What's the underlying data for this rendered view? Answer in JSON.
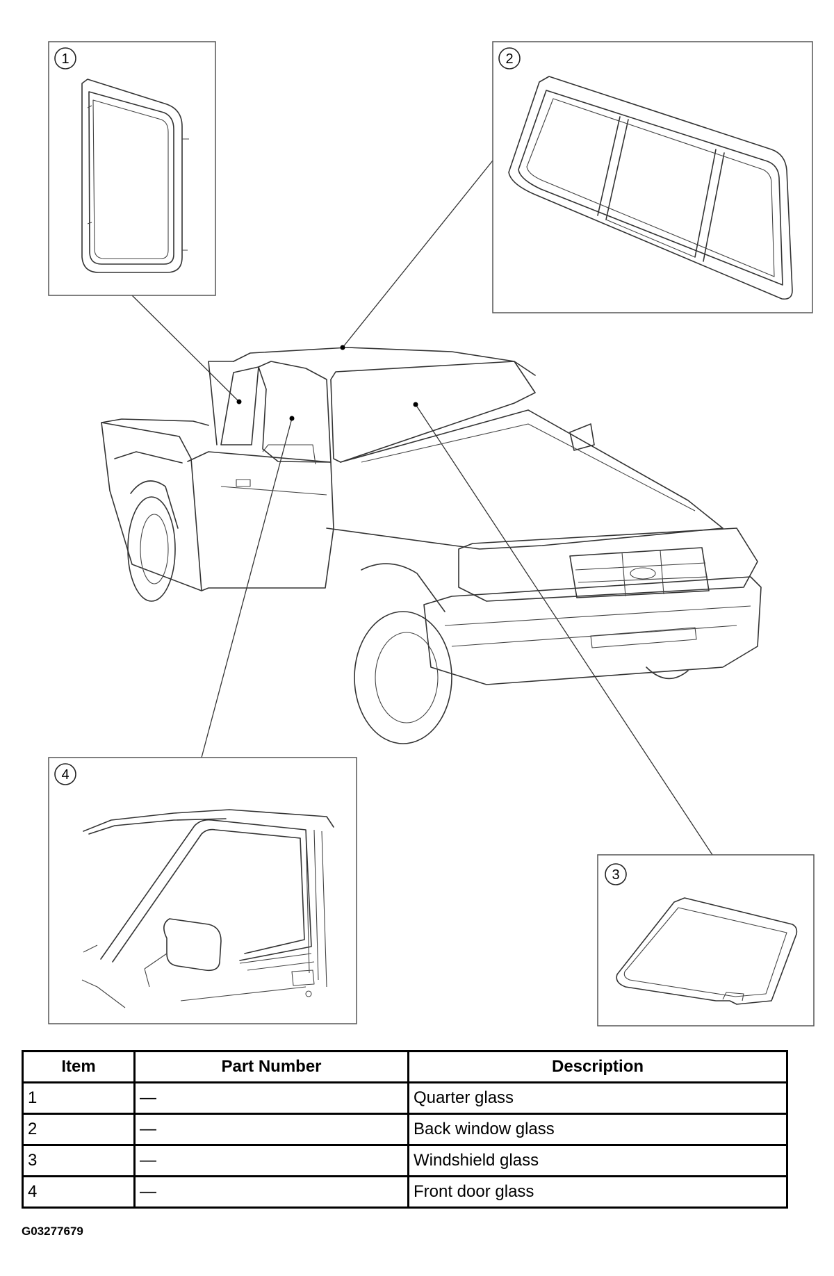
{
  "callouts": [
    "1",
    "2",
    "3",
    "4"
  ],
  "table": {
    "headers": [
      "Item",
      "Part Number",
      "Description"
    ],
    "rows": [
      [
        "1",
        "—",
        "Quarter glass"
      ],
      [
        "2",
        "—",
        "Back window glass"
      ],
      [
        "3",
        "—",
        "Windshield glass"
      ],
      [
        "4",
        "—",
        "Front door glass"
      ]
    ]
  },
  "figure_code": "G03277679"
}
